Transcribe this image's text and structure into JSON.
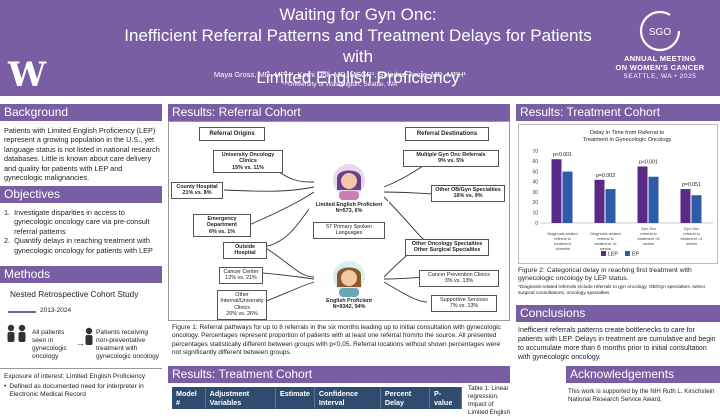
{
  "header": {
    "title_line1": "Waiting for Gyn Onc:",
    "title_line2": "Inefficient Referral Patterns and Treatment Delays for Patients with",
    "title_line3": "Limited English Proficiency",
    "authors": "Maya Gross, MD, MPH¹, Kemi Doll, MD, MSCR¹, Soledad Jorge, MD, MPH¹",
    "affiliation": "⁽¹⁾University of Washington, Seattle, WA",
    "logo_letter": "W",
    "sgo_abbr": "SGO",
    "sgo_line1": "ANNUAL MEETING",
    "sgo_line2": "ON WOMEN'S CANCER",
    "sgo_line3": "SEATTLE, WA • 2025"
  },
  "background": {
    "heading": "Background",
    "body": "Patients with Limited English Proficiency (LEP) represent a growing population in the U.S., yet language status is not listed in national research databases. Little is known about care delivery and quality for patients with LEP and gynecologic malignancies."
  },
  "objectives": {
    "heading": "Objectives",
    "items": [
      "Investigate disparities in access to gynecologic oncology care via pre-consult referral patterns",
      "Quantify delays in reaching treatment with gynecologic oncology for patients with LEP"
    ]
  },
  "methods": {
    "heading": "Methods",
    "subheading": "Nested Retrospective Cohort Study",
    "years": "2013-2024",
    "left_label": "All patients seen in gynecologic oncology",
    "right_label": "Patients receiving non-preventative treatment with gynecologic oncology",
    "exposure_title": "Exposure of interest: Limited English Proficiency",
    "exposure_bullet": "Defined as documented need for interpreter in Electronic Medical Record"
  },
  "referral": {
    "heading": "Results: Referral Cohort",
    "origins_label": "Referral Origins",
    "destinations_label": "Referral Destinations",
    "univ_clinics": "University Oncology Clinics",
    "univ_clinics_pct": "15% vs. 11%",
    "county": "County Hospital",
    "county_pct": "21% vs. 8%",
    "ed": "Emergency Department",
    "ed_pct": "6% vs. 1%",
    "outside": "Outside Hospital",
    "cancer_center": "Cancer Center",
    "cancer_center_pct": "12% vs. 21%",
    "other_internal": "Other Internal/University Clinics",
    "other_internal_pct": "20% vs. 26%",
    "lep_label": "Limited English Proficient",
    "lep_n": "N=573, 6%",
    "lep_lang": "57 Primary Spoken Languages",
    "ep_label": "English Proficient",
    "ep_n": "N=9342, 94%",
    "multi_gyn": "Multiple Gyn Onc Referrals",
    "multi_gyn_pct": "9% vs. 5%",
    "other_obgyn": "Other OB/Gyn Specialties",
    "other_obgyn_pct": "16% vs. 9%",
    "other_onc": "Other Oncology Specialties",
    "other_surg": "Other Surgical Specialties",
    "prevention": "Cancer Prevention Clinics",
    "prevention_pct": "3% vs. 13%",
    "supportive": "Supportive Services",
    "supportive_pct": "7% vs. 13%",
    "caption": "Figure 1: Referral pathways for up to 8 referrals in the six months leading up to initial consultation with gynecologic oncology. Percentages represent proportion of patients with at least one referral from/to the source.  All presented percentages statistically different between groups with p<0.05.  Referral locations without shown percentages were not significantly different between groups."
  },
  "treatment": {
    "heading": "Results: Treatment Cohort",
    "fig_caption": "Figure 2: Categorical delay in reaching first treatment with gynecologic oncology by LEP status.",
    "fig_note": "*Diagnosis-related referrals include referrals to gyn oncology, OB/Gyn specialties, select surgical consultations, oncology specialties"
  },
  "conclusions": {
    "heading": "Conclusions",
    "body": "Inefficient referrals patterns create bottlenecks to care for patients with LEP. Delays in treatment are cumulative and begin to accumulate more than 6 months prior to initial consultation with gynecologic oncology."
  },
  "treatment2": {
    "heading": "Results: Treatment Cohort",
    "columns": [
      "Model #",
      "Adjustment Variables",
      "Estimate",
      "Confidence Interval",
      "Percent Delay",
      "P-value"
    ],
    "caption": "Table 1: Linear regression. Impact of Limited English"
  },
  "ack": {
    "heading": "Acknowledgements",
    "body": "This work is supported by the NIH Ruth L. Kirschstein National Research Service Award,"
  },
  "chart_data": {
    "type": "bar",
    "title": "Delay in Time from Referral to Treatment in Gynecologic Oncology",
    "categories": [
      "Diagnosis-related referral to treatment >6weeks",
      "Diagnosis-related referral to treatment >6 weeks",
      "Gyn Onc referral to treatment >6 weeks",
      "Gyn Onc referral to treatment >4 weeks"
    ],
    "series": [
      {
        "name": "LEP",
        "values": [
          62,
          42,
          55,
          33
        ],
        "color": "#5b2a86"
      },
      {
        "name": "EP",
        "values": [
          50,
          33,
          45,
          27
        ],
        "color": "#2f5aa8"
      }
    ],
    "annotations": [
      "p<0.001",
      "p=0.003",
      "p<0.001",
      "p=0.051"
    ],
    "ylim": [
      0,
      70
    ],
    "yticks": [
      0,
      10,
      20,
      30,
      40,
      50,
      60,
      70
    ],
    "legend": "bottom",
    "grid": false
  }
}
